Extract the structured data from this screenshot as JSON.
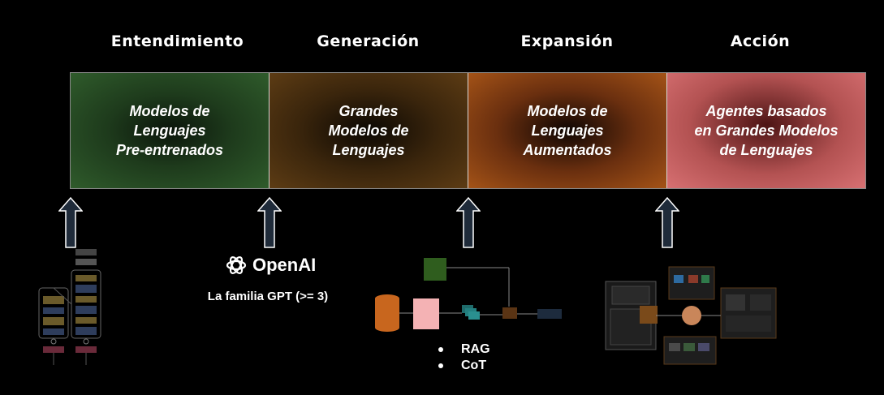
{
  "stages": [
    "Entendimiento",
    "Generación",
    "Expansión",
    "Acción"
  ],
  "boxes": [
    [
      "Modelos de",
      "Lenguajes",
      "Pre-entrenados"
    ],
    [
      "Grandes",
      "Modelos de",
      "Lenguajes"
    ],
    [
      "Modelos de",
      "Lenguajes",
      "Aumentados"
    ],
    [
      "Agentes basados",
      "en Grandes Modelos",
      "de Lenguajes"
    ]
  ],
  "openai": {
    "brand": "OpenAI",
    "caption": "La familia GPT (>= 3)"
  },
  "augmented": {
    "items": [
      "RAG",
      "CoT"
    ]
  },
  "colors": {
    "background": "#000000",
    "arrow_fill": "#1f2b3a",
    "arrow_stroke": "#ffffff"
  }
}
